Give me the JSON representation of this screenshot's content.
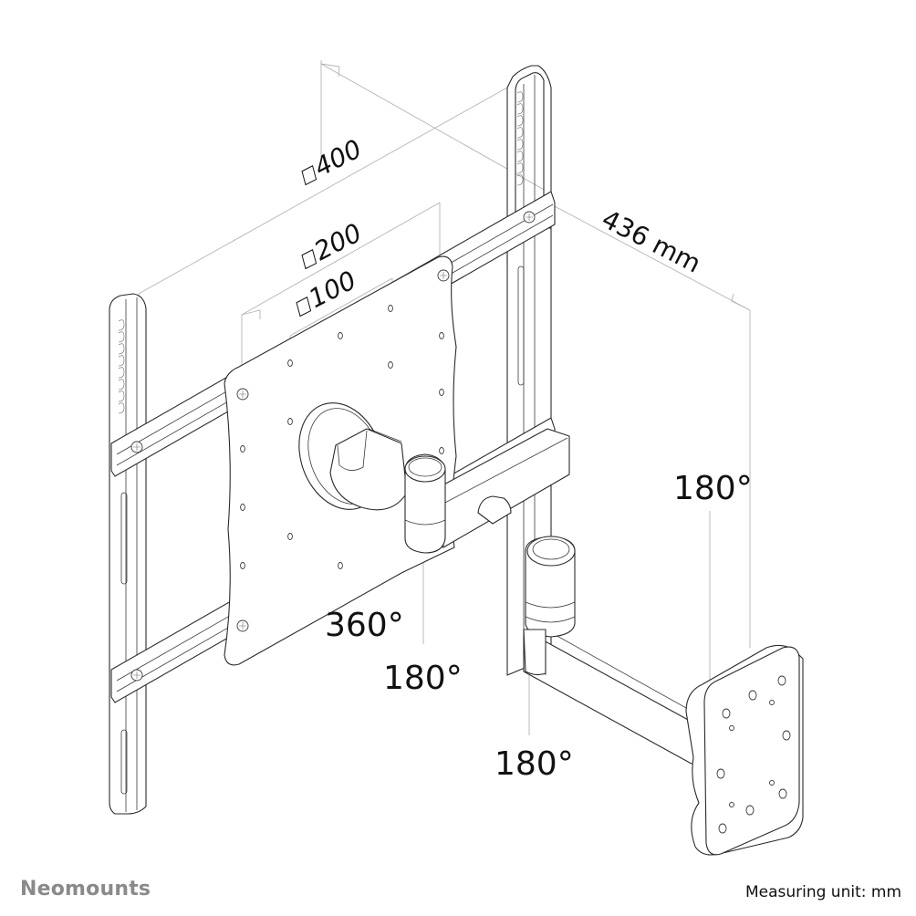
{
  "diagram": {
    "subject": "Swivel TV wall mount, technical line drawing",
    "vesa_labels": [
      {
        "symbol": "square",
        "value": "400"
      },
      {
        "symbol": "square",
        "value": "200"
      },
      {
        "symbol": "square",
        "value": "100"
      }
    ],
    "depth_label": "436 mm",
    "rotation_labels": {
      "tilt": "360°",
      "swivel_head": "180°",
      "swivel_elbow": "180°",
      "swivel_wall": "180°"
    },
    "colors": {
      "line": "#2a2a2a",
      "dimension_line": "#b4b4b4",
      "brand_text": "#8a8a8a",
      "background": "#ffffff"
    }
  },
  "footer": {
    "brand": "Neomounts",
    "measuring_unit": "Measuring unit: mm"
  }
}
